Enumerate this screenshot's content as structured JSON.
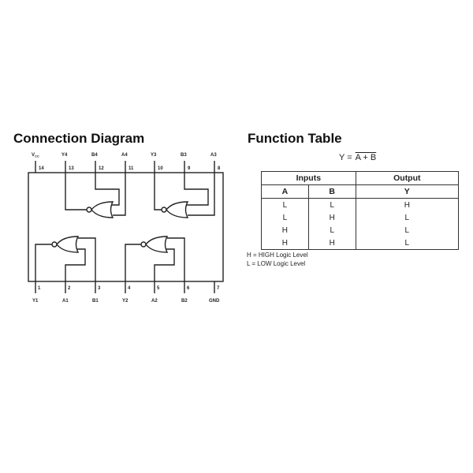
{
  "connection_diagram": {
    "title": "Connection Diagram",
    "top_pins": [
      {
        "label": "V",
        "sub": "CC",
        "number": "14"
      },
      {
        "label": "Y4",
        "number": "13"
      },
      {
        "label": "B4",
        "number": "12"
      },
      {
        "label": "A4",
        "number": "11"
      },
      {
        "label": "Y3",
        "number": "10"
      },
      {
        "label": "B3",
        "number": "9"
      },
      {
        "label": "A3",
        "number": "8"
      }
    ],
    "bottom_pins": [
      {
        "label": "Y1",
        "number": "1"
      },
      {
        "label": "A1",
        "number": "2"
      },
      {
        "label": "B1",
        "number": "3"
      },
      {
        "label": "Y2",
        "number": "4"
      },
      {
        "label": "A2",
        "number": "5"
      },
      {
        "label": "B2",
        "number": "6"
      },
      {
        "label": "GND",
        "number": "7"
      }
    ]
  },
  "function_table": {
    "title": "Function Table",
    "formula_lhs": "Y =",
    "formula_rhs": "A + B",
    "group_headers": [
      "Inputs",
      "Output"
    ],
    "columns": [
      "A",
      "B",
      "Y"
    ],
    "rows": [
      [
        "L",
        "L",
        "H"
      ],
      [
        "L",
        "H",
        "L"
      ],
      [
        "H",
        "L",
        "L"
      ],
      [
        "H",
        "H",
        "L"
      ]
    ],
    "notes": [
      "H = HIGH Logic Level",
      "L = LOW Logic Level"
    ]
  }
}
